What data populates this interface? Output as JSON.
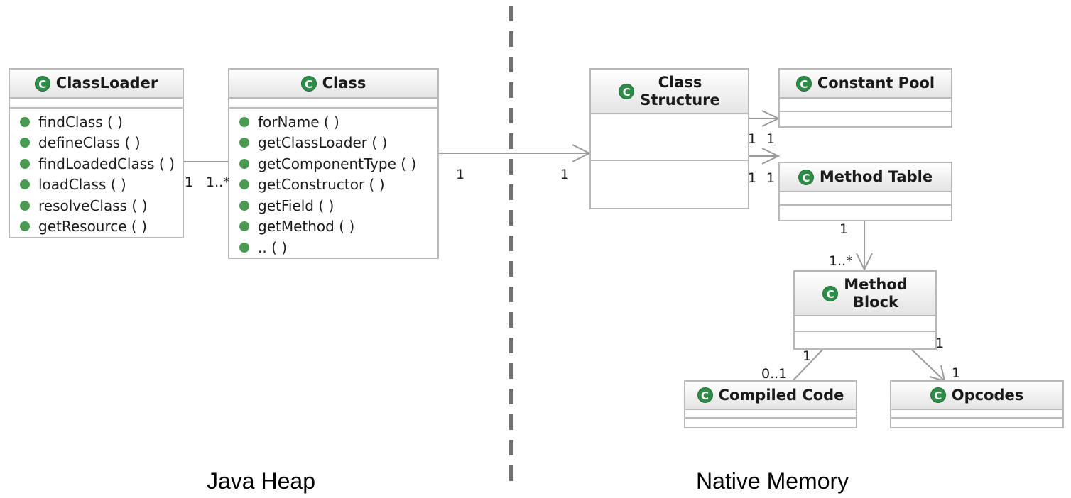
{
  "regions": {
    "left_label": "Java Heap",
    "right_label": "Native Memory"
  },
  "icon_letter": "C",
  "classes": {
    "classloader": {
      "name": "ClassLoader",
      "methods": [
        "findClass ( )",
        "defineClass ( )",
        "findLoadedClass ( )",
        "loadClass ( )",
        "resolveClass ( )",
        "getResource ( )"
      ]
    },
    "class": {
      "name": "Class",
      "methods": [
        "forName ( )",
        "getClassLoader ( )",
        "getComponentType ( )",
        "getConstructor ( )",
        "getField ( )",
        "getMethod ( )",
        ".. ( )"
      ]
    },
    "class_structure": {
      "name_line1": "Class",
      "name_line2": "Structure"
    },
    "constant_pool": {
      "name": "Constant Pool"
    },
    "method_table": {
      "name": "Method Table"
    },
    "method_block": {
      "name_line1": "Method",
      "name_line2": "Block"
    },
    "compiled_code": {
      "name": "Compiled Code"
    },
    "opcodes": {
      "name": "Opcodes"
    }
  },
  "multiplicities": {
    "classloader_to_class_src": "1",
    "classloader_to_class_dst": "1..*",
    "class_to_structure_src": "1",
    "class_to_structure_dst": "1",
    "structure_to_pool_src": "1",
    "structure_to_pool_dst": "1",
    "structure_to_table_src": "1",
    "structure_to_table_dst": "1",
    "table_to_block_src": "1",
    "table_to_block_dst": "1..*",
    "block_to_compiled_src": "1",
    "block_to_compiled_dst": "0..1",
    "block_to_opcodes_src": "1",
    "block_to_opcodes_dst": "1"
  },
  "colors": {
    "icon_green": "#2e8b48",
    "method_dot": "#4a9a52",
    "border_gray": "#b8b8b8",
    "divider": "#707070"
  }
}
